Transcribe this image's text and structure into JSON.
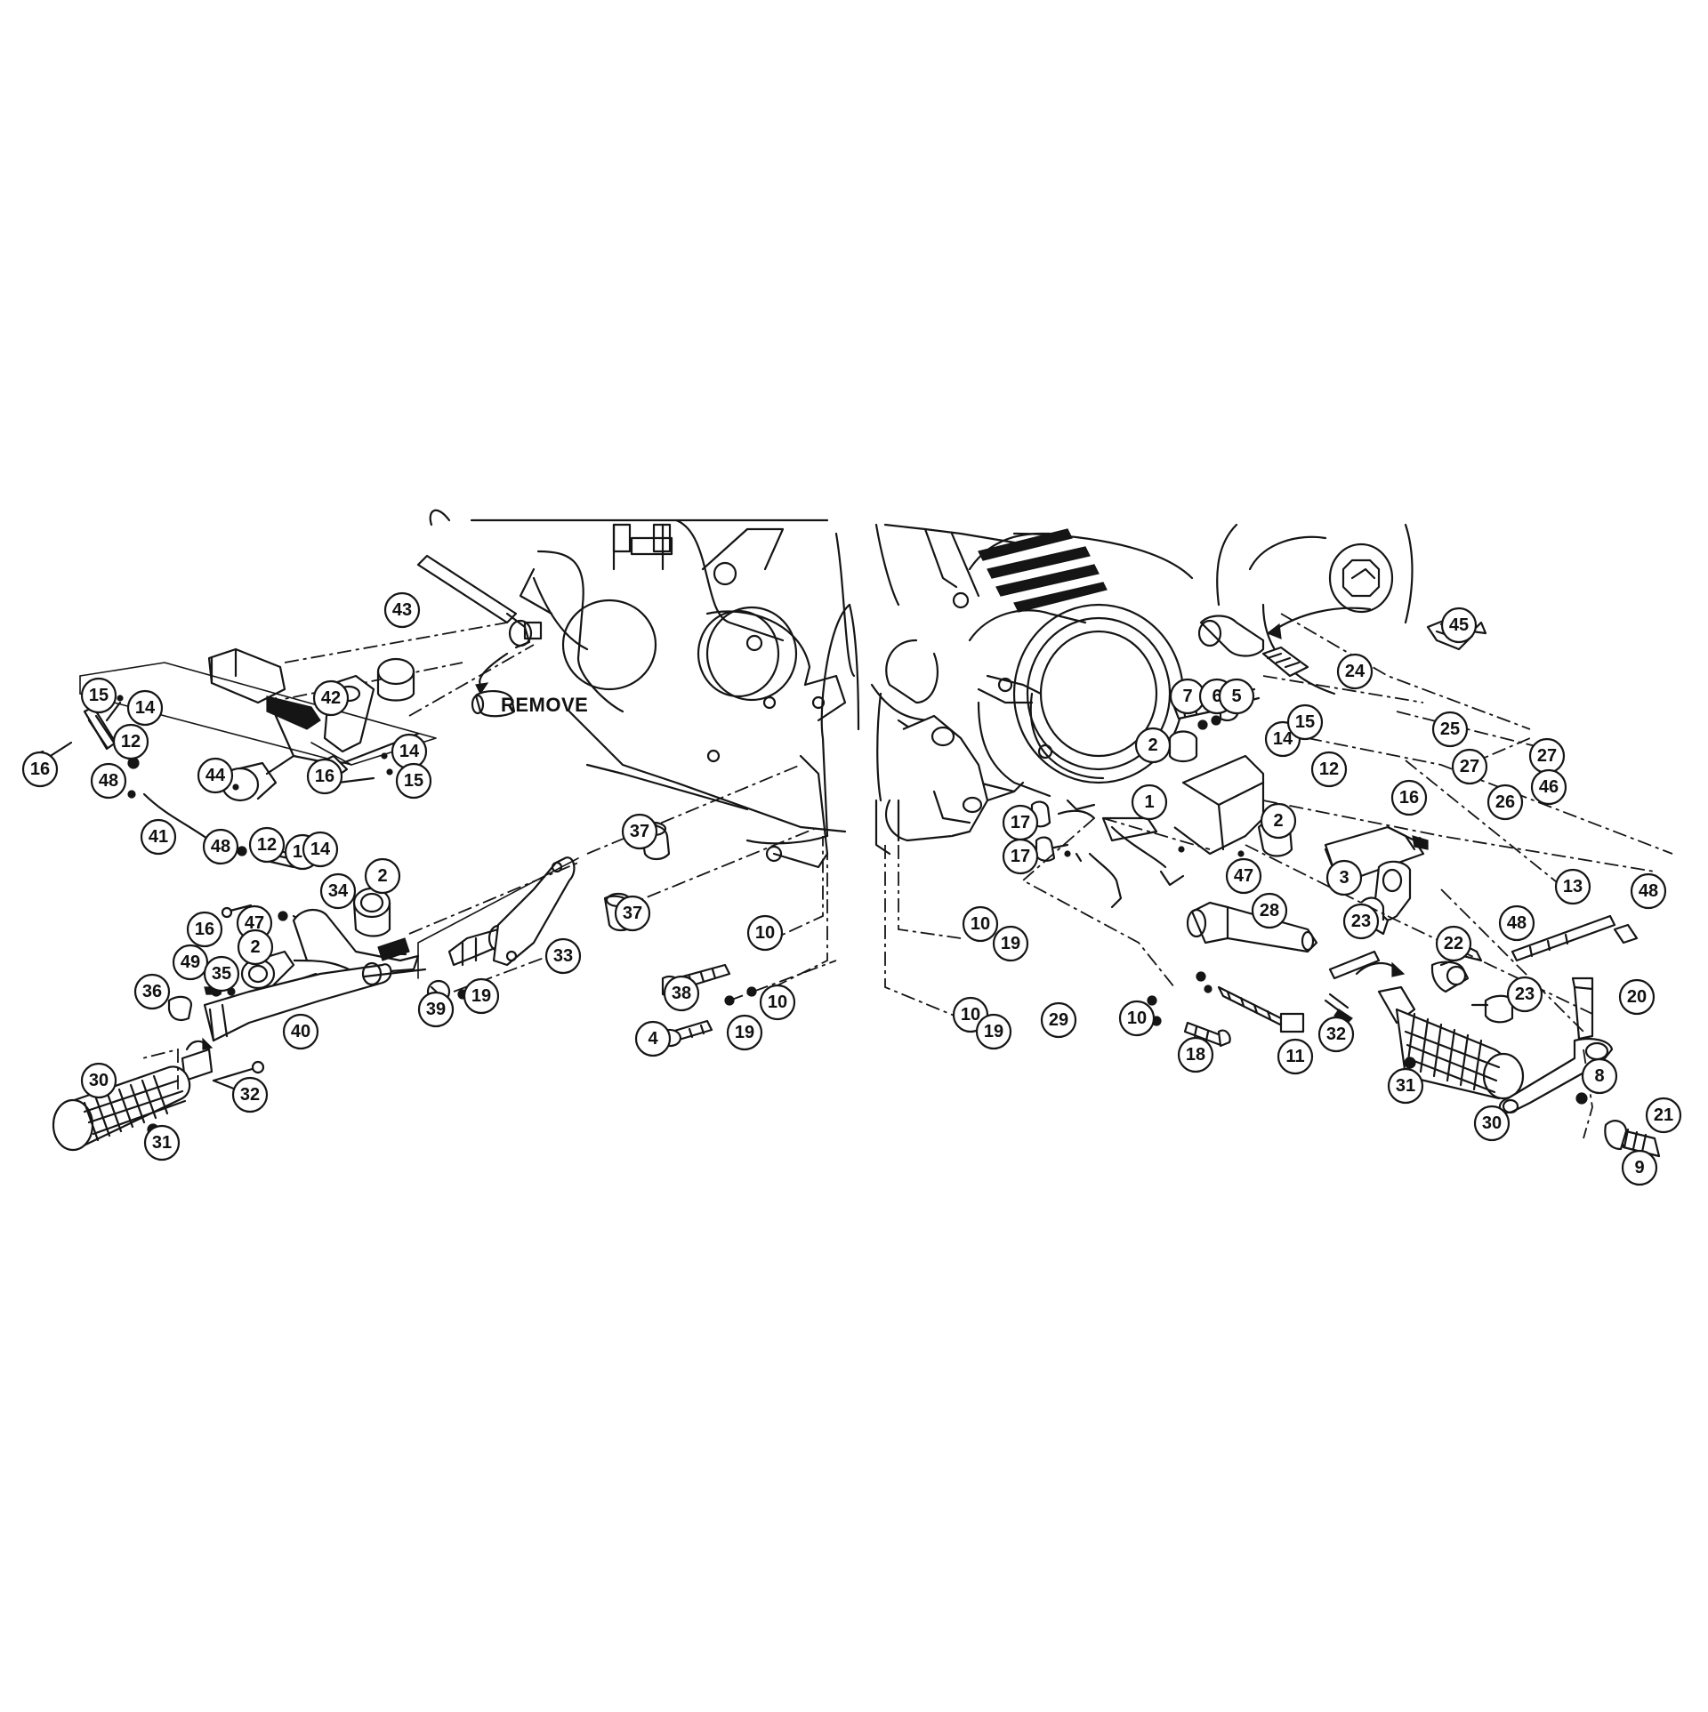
{
  "labels": {
    "remove": "REMOVE"
  },
  "callouts_left": [
    "15",
    "14",
    "12",
    "16",
    "48",
    "44",
    "42",
    "43",
    "14",
    "16",
    "15",
    "41",
    "48",
    "12",
    "15",
    "14",
    "16",
    "47",
    "34",
    "2",
    "2",
    "49",
    "35",
    "36",
    "40",
    "30",
    "31",
    "32",
    "39",
    "19",
    "33",
    "37",
    "37",
    "10",
    "38",
    "10",
    "4",
    "19"
  ],
  "callouts_right": [
    "45",
    "7",
    "6",
    "5",
    "24",
    "14",
    "15",
    "25",
    "27",
    "27",
    "12",
    "16",
    "26",
    "46",
    "2",
    "1",
    "17",
    "17",
    "2",
    "47",
    "3",
    "48",
    "13",
    "48",
    "23",
    "22",
    "23",
    "28",
    "10",
    "19",
    "10",
    "19",
    "29",
    "10",
    "18",
    "11",
    "32",
    "30",
    "31",
    "20",
    "8",
    "21",
    "9"
  ]
}
